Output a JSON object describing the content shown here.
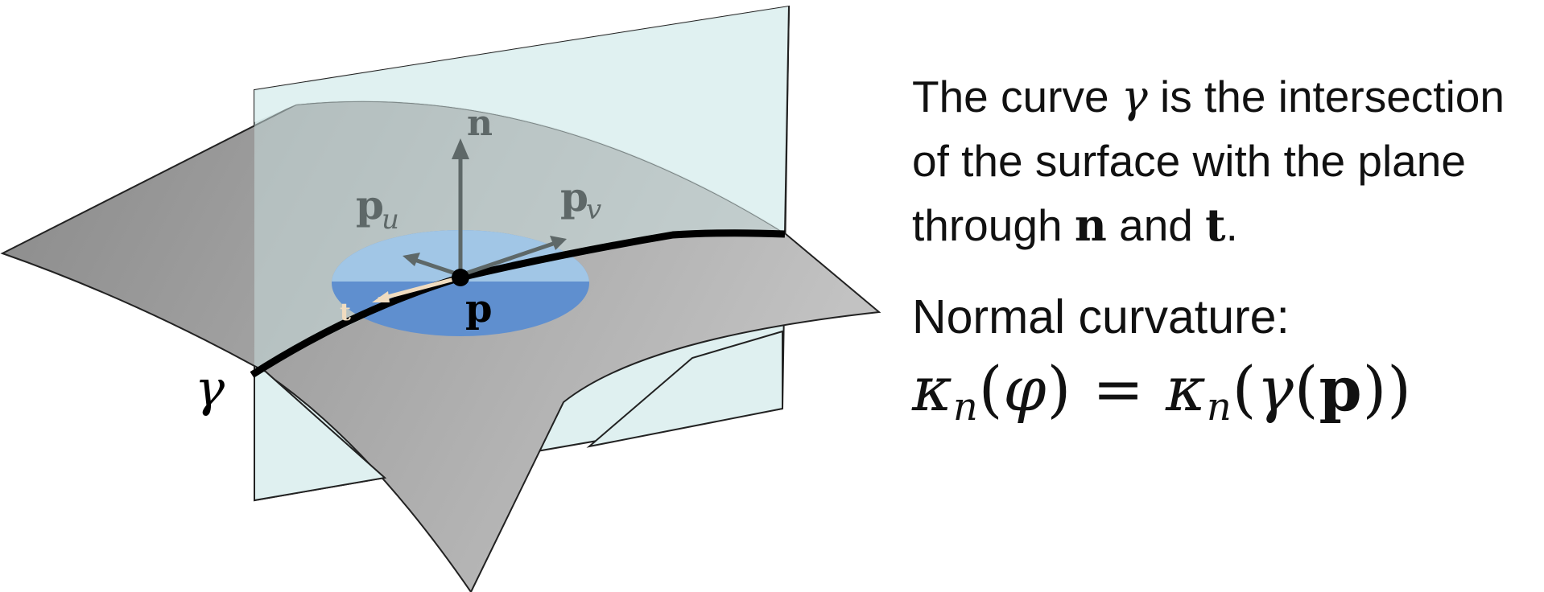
{
  "labels": {
    "normal": "n",
    "pu": "p",
    "pu_sub": "u",
    "pv": "p",
    "pv_sub": "v",
    "point": "p",
    "tangent": "t",
    "curve": "γ"
  },
  "description": {
    "line1_a": "The curve ",
    "line1_gamma": "γ",
    "line1_b": " is the intersection",
    "line2": "of the surface with the plane",
    "line3_a": "through ",
    "line3_n": "n",
    "line3_b": " and ",
    "line3_t": "t",
    "line3_c": "."
  },
  "normal_curvature": {
    "heading": "Normal curvature:",
    "kappa_left": "κ",
    "sub_left": "n",
    "paren_open": "(",
    "phi": "φ",
    "paren_close": ")",
    "equals": "=",
    "kappa_right": "κ",
    "sub_right": "n",
    "gamma": "γ",
    "p": "p",
    "close_right": "))"
  },
  "colors": {
    "surface_dark": "#8c8c8c",
    "surface_light": "#bdbdbd",
    "plane_fill": "#dff0f0",
    "disk_light": "#a8cce8",
    "disk_dark": "#5f8fcf",
    "vector": "#5e6868",
    "curve": "#000000"
  }
}
